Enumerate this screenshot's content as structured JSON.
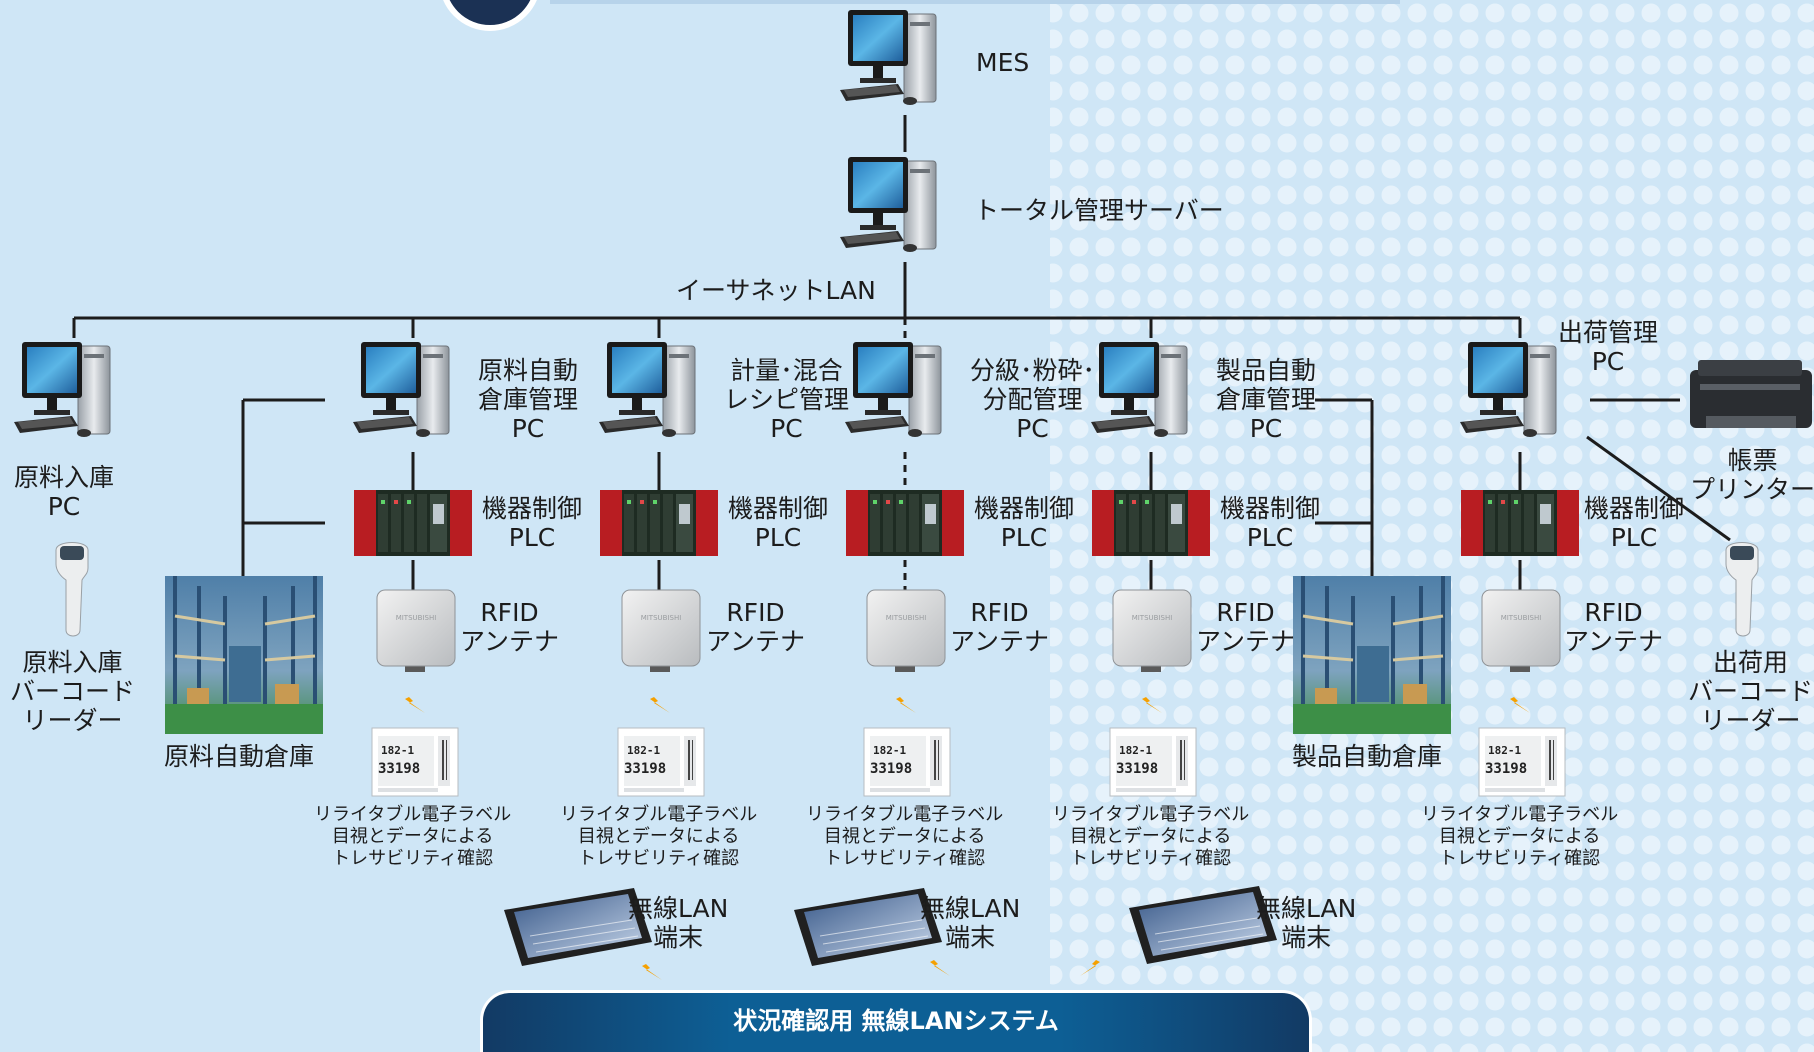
{
  "nodes": {
    "mes": "MES",
    "server": "トータル管理サーバー",
    "lan": "イーサネットLAN",
    "pc_raw_in": "原料入庫\nPC",
    "reader_raw": "原料入庫\nバーコード\nリーダー",
    "pc_raw_wh": "原料自動\n倉庫管理\nPC",
    "pc_recipe": "計量･混合\nレシピ管理\nPC",
    "pc_grind": "分級･粉砕･\n分配管理\nPC",
    "pc_prod_wh": "製品自動\n倉庫管理\nPC",
    "pc_ship": "出荷管理\nPC",
    "printer": "帳票\nプリンター",
    "reader_ship": "出荷用\nバーコード\nリーダー",
    "plc": "機器制御\nPLC",
    "rfid": "RFID\nアンテナ",
    "raw_warehouse": "原料自動倉庫",
    "prod_warehouse": "製品自動倉庫",
    "label_caption": "リライタブル電子ラベル\n目視とデータによる\nトレサビリティ確認",
    "wlan": "無線LAN\n端末",
    "banner": "状況確認用 無線LANシステム"
  },
  "label_display": {
    "line1": "182-1",
    "line2": "33198"
  },
  "colors": {
    "background": "#cfe6f6",
    "dots": "#e8f3fb",
    "lines": "#1c1c1c",
    "banner": "#0d5f95",
    "plc_red": "#b81d22",
    "lightning": "#f5a000"
  }
}
